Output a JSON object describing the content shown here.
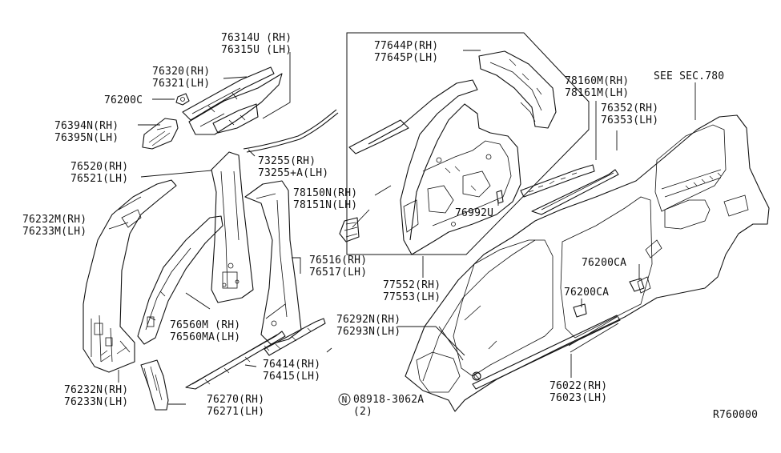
{
  "diagram_id": "R760000",
  "see_section": "SEE SEC.780",
  "labels": {
    "p76314": [
      "76314U (RH)",
      "76315U (LH)"
    ],
    "p76320": [
      "76320(RH)",
      "76321(LH)"
    ],
    "p76200c": [
      "76200C"
    ],
    "p76394": [
      "76394N(RH)",
      "76395N(LH)"
    ],
    "p76520": [
      "76520(RH)",
      "76521(LH)"
    ],
    "p76232m": [
      "76232M(RH)",
      "76233M(LH)"
    ],
    "p73255": [
      "73255(RH)",
      "73255+A(LH)"
    ],
    "p77644": [
      "77644P(RH)",
      "77645P(LH)"
    ],
    "p78160": [
      "78160M(RH)",
      "78161M(LH)"
    ],
    "p76352": [
      "76352(RH)",
      "76353(LH)"
    ],
    "p78150": [
      "78150N(RH)",
      "78151N(LH)"
    ],
    "p76992": [
      "76992U"
    ],
    "p76516": [
      "76516(RH)",
      "76517(LH)"
    ],
    "p77552": [
      "77552(RH)",
      "77553(LH)"
    ],
    "p76200ca_a": [
      "76200CA"
    ],
    "p76200ca_b": [
      "76200CA"
    ],
    "p76560": [
      "76560M (RH)",
      "76560MA(LH)"
    ],
    "p76292": [
      "76292N(RH)",
      "76293N(LH)"
    ],
    "p76414": [
      "76414(RH)",
      "76415(LH)"
    ],
    "p76022": [
      "76022(RH)",
      "76023(LH)"
    ],
    "p76232n": [
      "76232N(RH)",
      "76233N(LH)"
    ],
    "p76270": [
      "76270(RH)",
      "76271(LH)"
    ],
    "bolt": {
      "symbol": "N",
      "part": "08918-3062A",
      "qty": "(2)"
    }
  }
}
